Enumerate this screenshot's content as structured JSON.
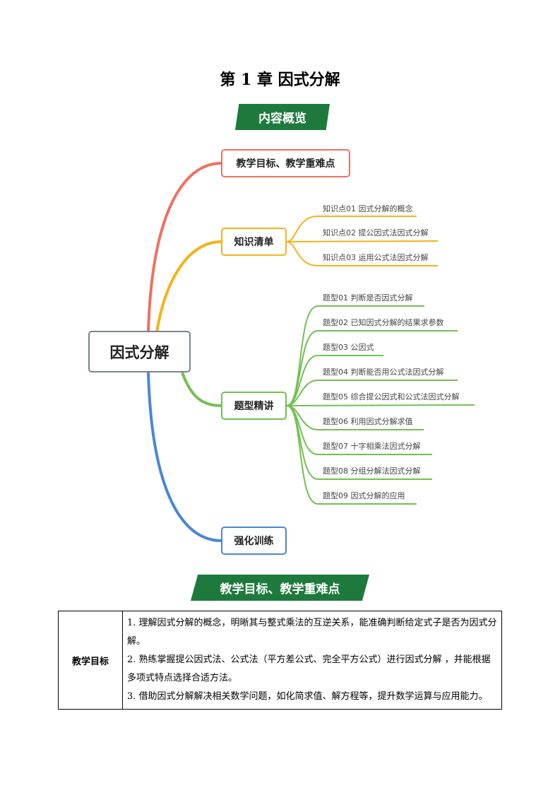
{
  "title": "第 1 章  因式分解",
  "banner1": "内容概览",
  "central": "因式分解",
  "branches": {
    "goals": "教学目标、教学重难点",
    "knowledge": "知识清单",
    "types": "题型精讲",
    "practice": "强化训练"
  },
  "knowledge_items": [
    "知识点01 因式分解的概念",
    "知识点02 提公因式法因式分解",
    "知识点03 运用公式法因式分解"
  ],
  "type_items": [
    "题型01  判断是否因式分解",
    "题型02  已知因式分解的结果求参数",
    "题型03  公因式",
    "题型04  判断能否用公式法因式分解",
    "题型05  综合提公因式和公式法因式分解",
    "题型06  利用因式分解求值",
    "题型07  十字相乘法因式分解",
    "题型08  分组分解法因式分解",
    "题型09  因式分解的应用"
  ],
  "banner2": "教学目标、教学重难点",
  "table": {
    "header": "教学目标",
    "lines": [
      "1. 理解因式分解的概念，明晰其与整式乘法的互逆关系，能准确判断给定式子是否为因式分解。",
      "2. 熟练掌握提公因式法、公式法（平方差公式、完全平方公式）进行因式分解 ，并能根据多项式特点选择合适方法。",
      "3. 借助因式分解解决相关数学问题，如化简求值、解方程等，提升数学运算与应用能力。"
    ]
  },
  "colors": {
    "red": "#f07060",
    "orange": "#f5b31a",
    "green": "#72c050",
    "blue": "#4a86d8",
    "banner": "#1e7a3c"
  }
}
